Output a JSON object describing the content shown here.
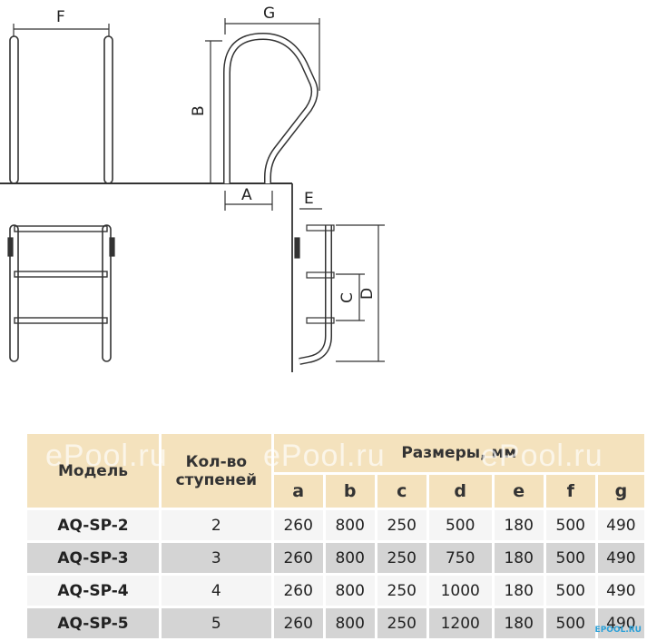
{
  "drawing": {
    "labels": {
      "F": "F",
      "G": "G",
      "B": "B",
      "A": "A",
      "E": "E",
      "C": "C",
      "D": "D"
    }
  },
  "watermark": "ePool.ru",
  "watermark_small": "EPOOL.RU",
  "table": {
    "model_header": "Модель",
    "steps_header": "Кол-во ступеней",
    "dims_header": "Размеры, мм",
    "dim_letters": [
      "a",
      "b",
      "c",
      "d",
      "e",
      "f",
      "g"
    ],
    "rows": [
      {
        "model": "AQ-SP-2",
        "steps": "2",
        "a": "260",
        "b": "800",
        "c": "250",
        "d": "500",
        "e": "180",
        "f": "500",
        "g": "490"
      },
      {
        "model": "AQ-SP-3",
        "steps": "3",
        "a": "260",
        "b": "800",
        "c": "250",
        "d": "750",
        "e": "180",
        "f": "500",
        "g": "490"
      },
      {
        "model": "AQ-SP-4",
        "steps": "4",
        "a": "260",
        "b": "800",
        "c": "250",
        "d": "1000",
        "e": "180",
        "f": "500",
        "g": "490"
      },
      {
        "model": "AQ-SP-5",
        "steps": "5",
        "a": "260",
        "b": "800",
        "c": "250",
        "d": "1200",
        "e": "180",
        "f": "500",
        "g": "490"
      }
    ]
  },
  "colors": {
    "header_bg": "#f4e2bd",
    "row_light": "#f5f5f5",
    "row_dark": "#d4d4d4",
    "line": "#333333"
  }
}
